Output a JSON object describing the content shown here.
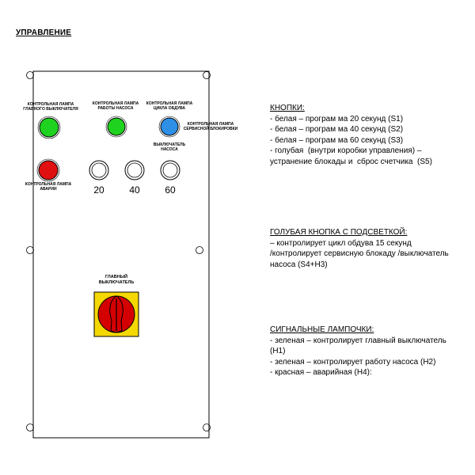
{
  "page": {
    "title": "УПРАВЛЕНИЕ"
  },
  "panel": {
    "lamp_labels": {
      "green_main": "КОНТРОЛЬНАЯ ЛАМПА ГЛАВНОГО ВЫКЛЮЧАТЕЛЯ",
      "green_pump": "КОНТРОЛЬНАЯ ЛАМПА РАБОТЫ НАСОСА",
      "blue_service": "КОНТРОЛЬНАЯ ЛАМПА ЦИКЛА ОБДУВА",
      "blue_side": "КОНТРОЛЬНАЯ ЛАМПА СЕРВИСНОЙ БЛОКИРОВКИ",
      "blue_below": "ВЫКЛЮЧАТЕЛЬ НАСОСА",
      "red_alarm": "КОНТРОЛЬНАЯ ЛАМПА АВАРИИ"
    },
    "program_buttons": [
      "20",
      "40",
      "60"
    ],
    "main_switch_label": [
      "ГЛАВНЫЙ",
      "ВЫКЛЮЧАТЕЛЬ"
    ],
    "colors": {
      "green": "#1fd21f",
      "blue": "#2e8fe6",
      "red": "#e01010",
      "switch_yellow": "#f5d800",
      "switch_red": "#d40000"
    }
  },
  "notes": {
    "buttons": {
      "heading": "КНОПКИ:",
      "lines": [
        "- белая – програм ма 20 секунд (S1)",
        "- белая – програм ма 40 секунд (S2)",
        "- белая – програм ма 60 секунд (S3)",
        "- голубая  (внутри коробки управления) –",
        "устранение блокады и  сброс счетчика  (S5)"
      ]
    },
    "blue_button": {
      "heading": "ГОЛУБАЯ КНОПКА С ПОДСВЕТКОЙ:",
      "lines": [
        "– контролирует цикл обдува 15 секунд",
        "/контролирует сервисную блокаду /выключатель",
        "насоса (S4+H3)"
      ]
    },
    "lamps": {
      "heading": "СИГНАЛЬНЫЕ ЛАМПОЧКИ:",
      "lines": [
        "- зеленая – контролирует главный выключатель",
        "(H1)",
        "- зеленая – контролирует работу насоса (H2)",
        "- красная – аварийная (H4):"
      ]
    }
  }
}
